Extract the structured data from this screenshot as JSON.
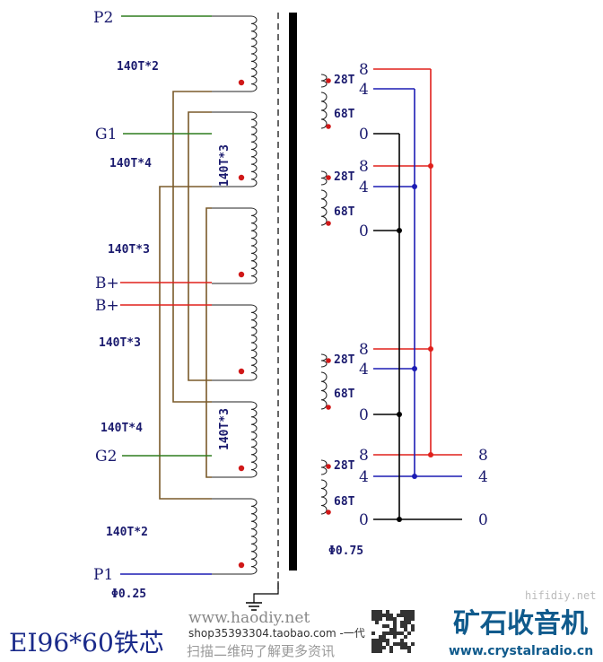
{
  "primary": {
    "labels": {
      "p2": "P2",
      "g1": "G1",
      "bplus1": "B+",
      "bplus2": "B+",
      "g2": "G2",
      "p1": "P1"
    },
    "turns": [
      "140T*2",
      "140T*4",
      "140T*3",
      "140T*3",
      "140T*4",
      "140T*2"
    ],
    "vertical_turns": [
      "140T*3",
      "140T*3"
    ],
    "wire": "Φ0.25"
  },
  "secondary": {
    "windings": [
      {
        "t1": "28T",
        "t2": "68T",
        "tap8": "8",
        "tap4": "4",
        "tap0": "0"
      },
      {
        "t1": "28T",
        "t2": "68T",
        "tap8": "8",
        "tap4": "4",
        "tap0": "0"
      },
      {
        "t1": "28T",
        "t2": "68T",
        "tap8": "8",
        "tap4": "4",
        "tap0": "0"
      },
      {
        "t1": "28T",
        "t2": "68T",
        "tap8": "8",
        "tap4": "4",
        "tap0": "0"
      }
    ],
    "outputs": [
      "8",
      "4",
      "0"
    ],
    "wire": "Φ0.75"
  },
  "watermarks": {
    "site": "www.haodiy.net",
    "shop": "shop35393304.taobao.com -一代",
    "core": "EI96*60铁芯",
    "scan": "扫描二维码了解更多资讯",
    "brand": "矿石收音机",
    "brand_url": "www.crystalradio.cn",
    "hifi": "hifidiy.net"
  },
  "colors": {
    "green": "#2e7d1e",
    "red": "#e0201c",
    "blue": "#1c1cb4",
    "brown": "#7a5a2a",
    "black": "#000000",
    "dot": "#d01818"
  }
}
